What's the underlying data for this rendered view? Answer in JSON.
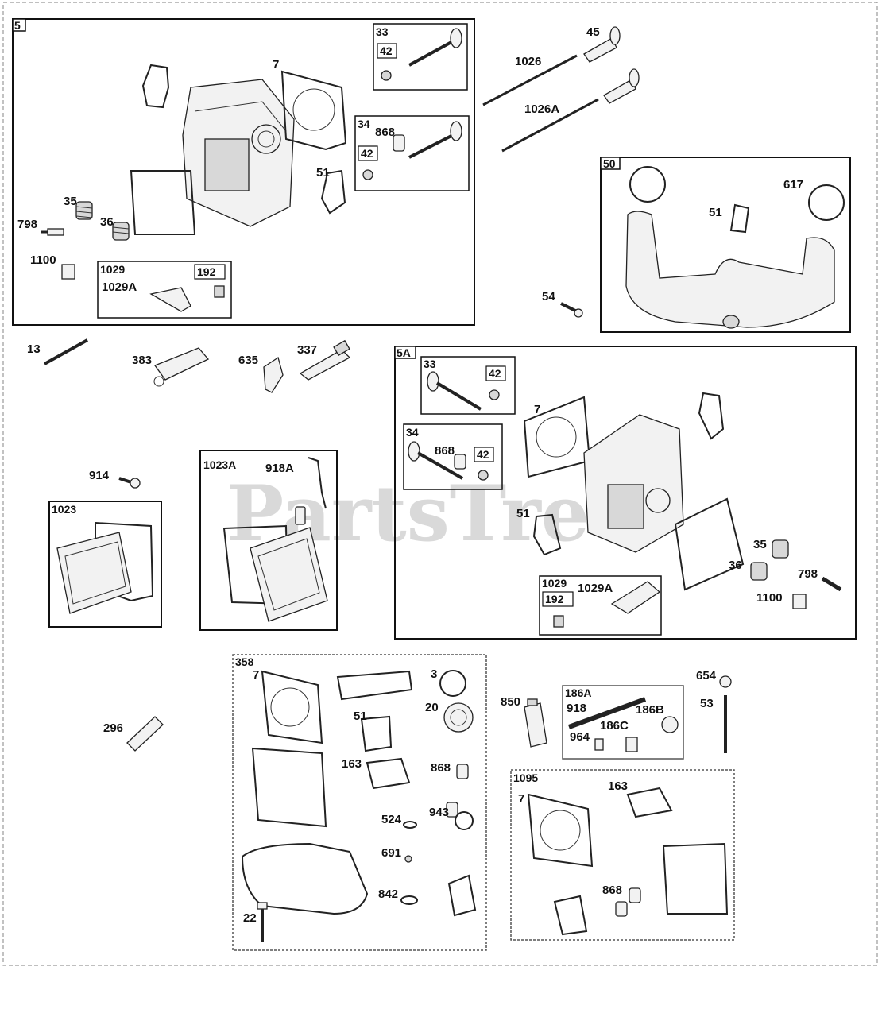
{
  "watermark": "PartsTree",
  "group_tags": {
    "g5": "5",
    "g33": "33",
    "g42a": "42",
    "g34": "34",
    "g42b": "42",
    "g1029": "1029",
    "g192": "192",
    "g50": "50",
    "g5A": "5A",
    "g33b": "33",
    "g42c": "42",
    "g34b": "34",
    "g42d": "42",
    "g1029b": "1029",
    "g192b": "192",
    "g1023": "1023",
    "g1023A": "1023A",
    "g358": "358",
    "g186A": "186A",
    "g1095": "1095"
  },
  "labels": {
    "l7a": "7",
    "l868a": "868",
    "l51a": "51",
    "l35a": "35",
    "l36a": "36",
    "l798a": "798",
    "l1100a": "1100",
    "l1029Aa": "1029A",
    "l45": "45",
    "l1026": "1026",
    "l1026A": "1026A",
    "l617": "617",
    "l51b": "51",
    "l54": "54",
    "l13": "13",
    "l383": "383",
    "l635": "635",
    "l337": "337",
    "l7b": "7",
    "l868b": "868",
    "l51c": "51",
    "l35b": "35",
    "l36b": "36",
    "l798b": "798",
    "l1100b": "1100",
    "l1029Ab": "1029A",
    "l914": "914",
    "l918A": "918A",
    "l7c": "7",
    "l3": "3",
    "l20": "20",
    "l51d": "51",
    "l163a": "163",
    "l868c": "868",
    "l524": "524",
    "l943": "943",
    "l691": "691",
    "l842": "842",
    "l22": "22",
    "l296": "296",
    "l850": "850",
    "l918": "918",
    "l186B": "186B",
    "l186C": "186C",
    "l964": "964",
    "l654": "654",
    "l53": "53",
    "l7d": "7",
    "l163b": "163",
    "l868d": "868"
  }
}
